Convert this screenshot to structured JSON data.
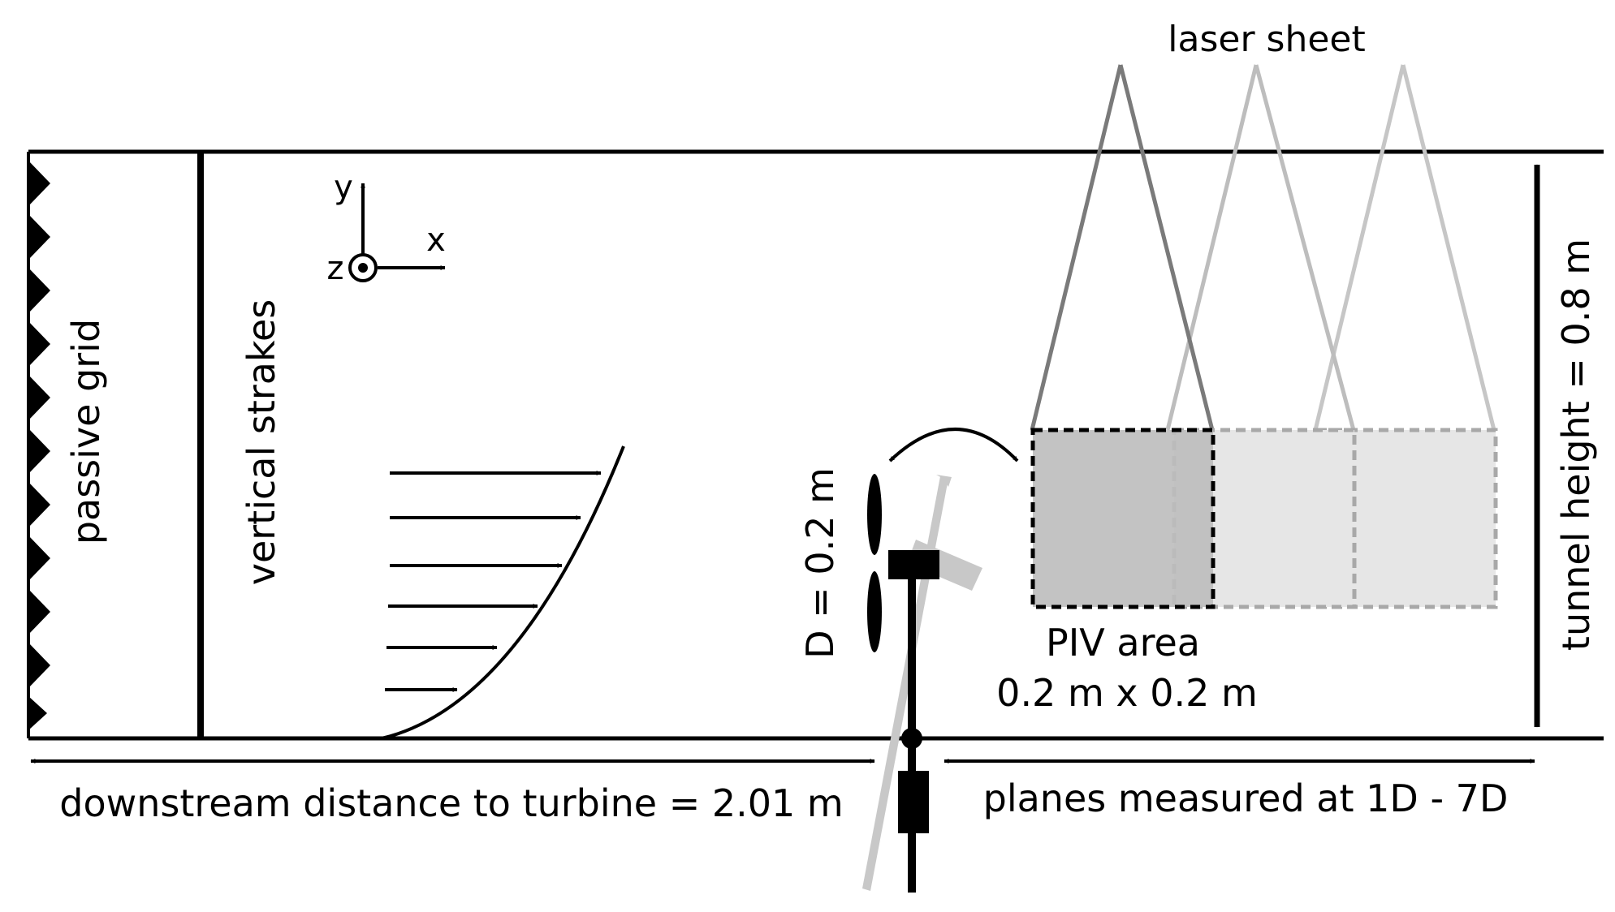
{
  "labels": {
    "passive_grid": "passive grid",
    "vertical_strakes": "vertical strakes",
    "laser_sheet": "laser sheet",
    "tunnel_height": "tunnel height = 0.8 m",
    "rotor_diameter": "D = 0.2 m",
    "piv_area": "PIV area",
    "piv_size": "0.2 m x 0.2 m",
    "downstream_distance": "downstream distance to turbine = 2.01 m",
    "planes_measured": "planes measured at 1D - 7D"
  },
  "axes": {
    "x": "x",
    "y": "y",
    "z": "z"
  },
  "colors": {
    "ink": "#000000",
    "laser_dark": "#7a7a7a",
    "laser_mid": "#bdbdbd",
    "laser_light": "#c6c6c6",
    "piv_dark_fill": "#bcbcbc",
    "piv_light_fill": "#e6e6e6",
    "turbine_ghost": "#c8c8c8"
  }
}
